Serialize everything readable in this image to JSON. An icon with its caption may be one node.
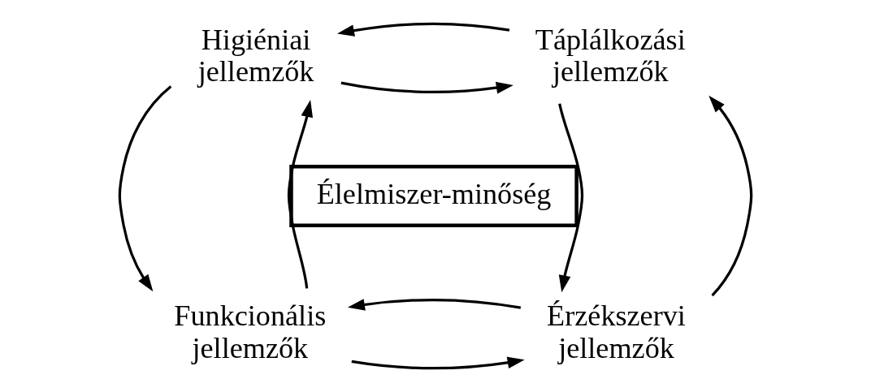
{
  "diagram": {
    "nodes": [
      {
        "text": [
          "Higiéniai jellemzők"
        ]
      },
      {
        "text": [
          "Táplálkozási jellemzők"
        ]
      },
      {
        "text": [
          "Élelmiszer-minőség"
        ]
      },
      {
        "text": [
          "Funkcionális jellemzők"
        ]
      },
      {
        "text": [
          "Érzékszervi jellemzők"
        ]
      }
    ],
    "edges": [
      {
        "from": 0,
        "to": 1,
        "arrow": "to"
      },
      {
        "from": 1,
        "to": 0,
        "arrow": "to"
      },
      {
        "from": 0,
        "to": 3,
        "arrow": "to"
      },
      {
        "from": 3,
        "to": 0,
        "arrow": "to"
      },
      {
        "from": 1,
        "to": 4,
        "arrow": "to"
      },
      {
        "from": 4,
        "to": 1,
        "arrow": "to"
      },
      {
        "from": 3,
        "to": 4,
        "arrow": "to"
      },
      {
        "from": 4,
        "to": 3,
        "arrow": "to"
      }
    ]
  }
}
